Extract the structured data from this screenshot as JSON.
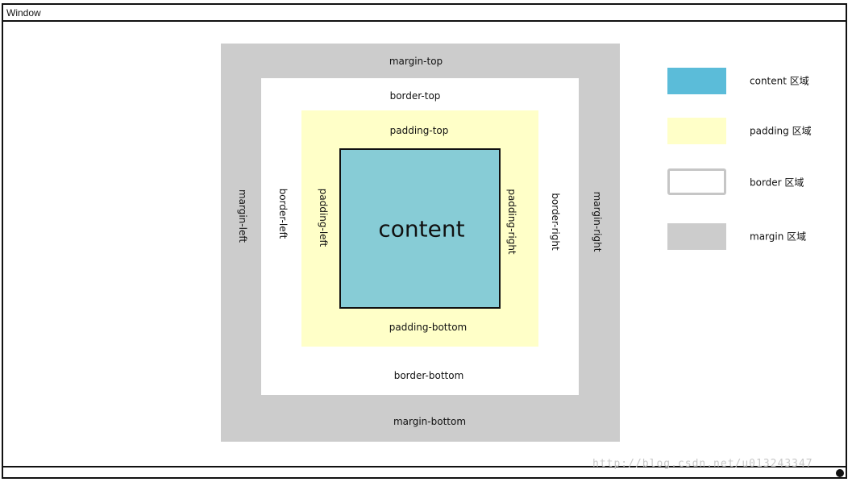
{
  "window": {
    "title": "Window"
  },
  "diagram": {
    "margin_top": "margin-top",
    "margin_bottom": "margin-bottom",
    "margin_left": "margin-left",
    "margin_right": "margin-right",
    "border_top": "border-top",
    "border_bottom": "border-bottom",
    "border_left": "border-left",
    "border_right": "border-right",
    "padding_top": "padding-top",
    "padding_bottom": "padding-bottom",
    "padding_left": "padding-left",
    "padding_right": "padding-right",
    "content": "content"
  },
  "legend": {
    "items": [
      {
        "label": "content 区域",
        "color": "#5bbcd9"
      },
      {
        "label": "padding 区域",
        "color": "#ffffc8"
      },
      {
        "label": "border 区域",
        "color": "#ffffff"
      },
      {
        "label": "margin 区域",
        "color": "#cccccc"
      }
    ]
  },
  "watermark": "http://blog.csdn.net/u013243347"
}
